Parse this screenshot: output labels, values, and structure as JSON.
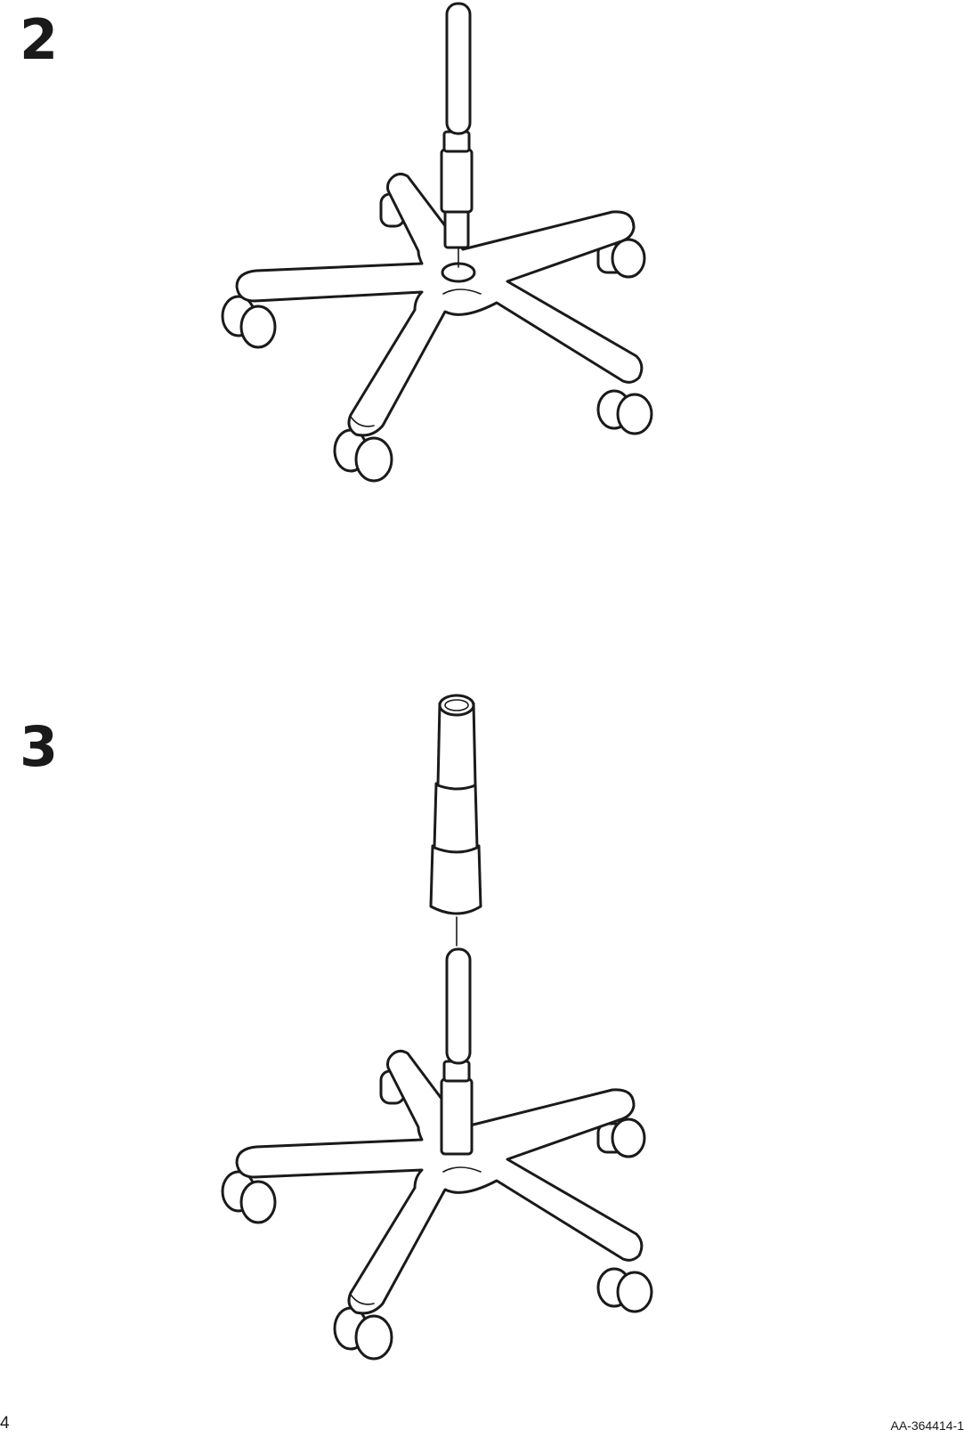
{
  "steps": [
    {
      "number": "2"
    },
    {
      "number": "3"
    }
  ],
  "footer": {
    "page_number": "4",
    "document_code": "AA-364414-1"
  },
  "colors": {
    "ink": "#1a1a1a",
    "paper": "#ffffff"
  }
}
